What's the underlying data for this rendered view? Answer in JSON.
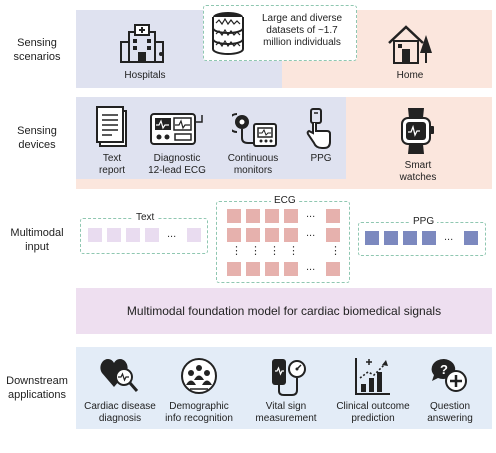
{
  "rows": {
    "scenarios": "Sensing\nscenarios",
    "devices": "Sensing\ndevices",
    "input": "Multimodal\ninput",
    "downstream": "Downstream\napplications"
  },
  "scenarios": {
    "dataset": "Large and diverse\ndatasets of ~1.7\nmillion individuals",
    "hospitals": "Hospitals",
    "home": "Home"
  },
  "devices": {
    "text_report": "Text\nreport",
    "ecg12": "Diagnostic\n12-lead ECG",
    "monitors": "Continuous\nmonitors",
    "ppg": "PPG",
    "watches": "Smart\nwatches"
  },
  "input": {
    "text": "Text",
    "ecg": "ECG",
    "ppg": "PPG",
    "ellipsis": "...",
    "vdots": "⋮"
  },
  "foundation": "Multimodal foundation model for cardiac biomedical signals",
  "apps": {
    "cardiac": "Cardiac disease\ndiagnosis",
    "demographic": "Demographic\ninfo recognition",
    "vital": "Vital sign\nmeasurement",
    "clinical": "Clinical outcome\nprediction",
    "question": "Question\nanswering"
  },
  "colors": {
    "blue_band": "#dfe2f0",
    "peach_band": "#fbe6dd",
    "purple_band": "#eedff0",
    "light_blue_band": "#e3ecf7",
    "ecg_square": "#e6b1ad",
    "text_square": "#e9dcf0",
    "ppg_square": "#7c89bf",
    "dashed_border": "#8fc7b1"
  }
}
